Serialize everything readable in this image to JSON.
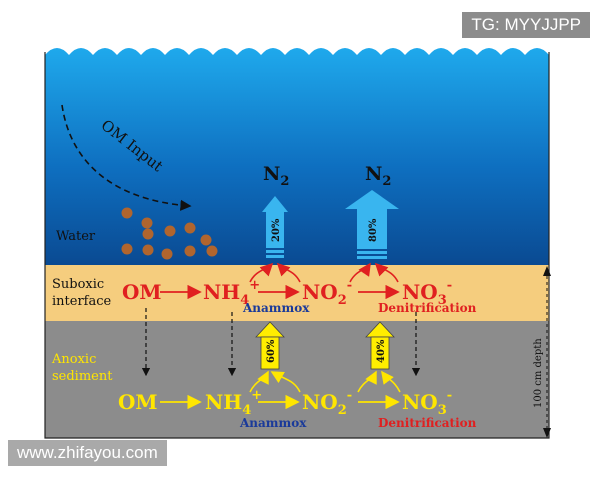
{
  "labels": {
    "om_input": "OM Input",
    "water": "Water",
    "suboxic_line1": "Suboxic",
    "suboxic_line2": "interface",
    "anoxic_line1": "Anoxic",
    "anoxic_line2": "sediment",
    "depth": "100 cm depth"
  },
  "suboxic_chain": {
    "om": "OM",
    "nh4": "NH",
    "nh4_sub": "4",
    "nh4_sup": "+",
    "no2": "NO",
    "no2_sub": "2",
    "no2_sup": "-",
    "no3": "NO",
    "no3_sub": "3",
    "no3_sup": "-",
    "anammox": "Anammox",
    "denitrification": "Denitrification"
  },
  "anoxic_chain": {
    "om": "OM",
    "nh4": "NH",
    "nh4_sub": "4",
    "nh4_sup": "+",
    "no2": "NO",
    "no2_sub": "2",
    "no2_sup": "-",
    "no3": "NO",
    "no3_sub": "3",
    "no3_sup": "-",
    "anammox": "Anammox",
    "denitrification": "Denitrification"
  },
  "n2_products": [
    {
      "n": "N",
      "sub": "2",
      "percent": "20%"
    },
    {
      "n": "N",
      "sub": "2",
      "percent": "80%"
    }
  ],
  "sediment_fluxes": [
    {
      "percent": "60%"
    },
    {
      "percent": "40%"
    }
  ],
  "watermarks": {
    "top": "TG: MYYJJPP",
    "bottom": "www.zhifayou.com"
  },
  "colors": {
    "water_top": "#1aa3e8",
    "water_bottom": "#0a4f9a",
    "suboxic": "#f5cd7e",
    "sediment": "#8c8c8c",
    "red_text": "#e02020",
    "yellow_text": "#ffe600",
    "blue_arrow": "#39b5ef",
    "yellow_arrow": "#ffee00",
    "om_particle": "#b0652e"
  }
}
